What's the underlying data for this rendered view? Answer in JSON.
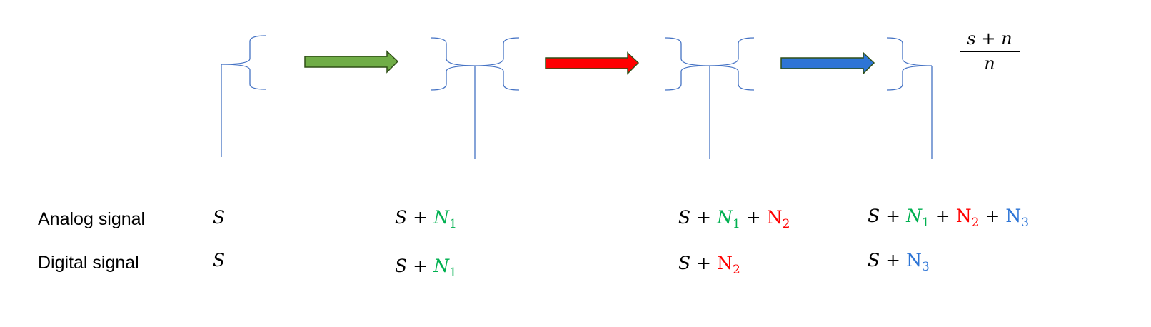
{
  "rows": {
    "analog": {
      "label": "Analog signal"
    },
    "digital": {
      "label": "Digital signal"
    }
  },
  "symbols": {
    "S": "S",
    "plus": "+",
    "N": "N",
    "sub1": "1",
    "sub2": "2",
    "sub3": "3"
  },
  "fraction": {
    "numerator": "s + n",
    "denominator": "n"
  },
  "colors": {
    "green": "#00b050",
    "red": "#ff0000",
    "blue": "#2e75d6",
    "line": "#4472c4",
    "arrow_green": "#70ad47",
    "arrow_red": "#ff0000",
    "arrow_blue": "#2e75d6"
  }
}
